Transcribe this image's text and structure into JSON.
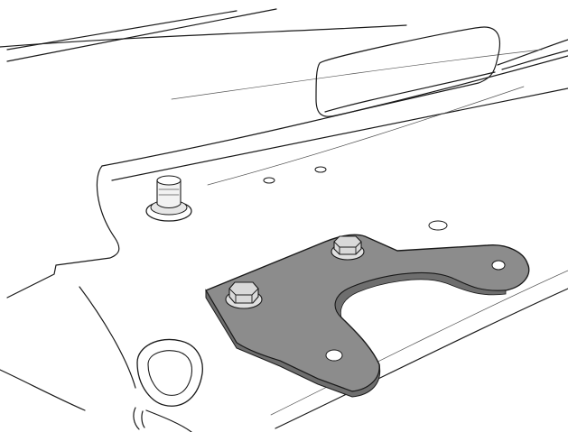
{
  "figure": {
    "description_free": true,
    "colors": {
      "line": "#1a1a1a",
      "bracket_fill": "#8c8c8c",
      "bracket_shadow": "#6e6e6e",
      "bolt_fill": "#d9d9d9",
      "background": "#ffffff"
    },
    "icons": [
      "mounting-bracket",
      "hex-bolt",
      "threaded-stud",
      "tie-down-loop"
    ]
  }
}
